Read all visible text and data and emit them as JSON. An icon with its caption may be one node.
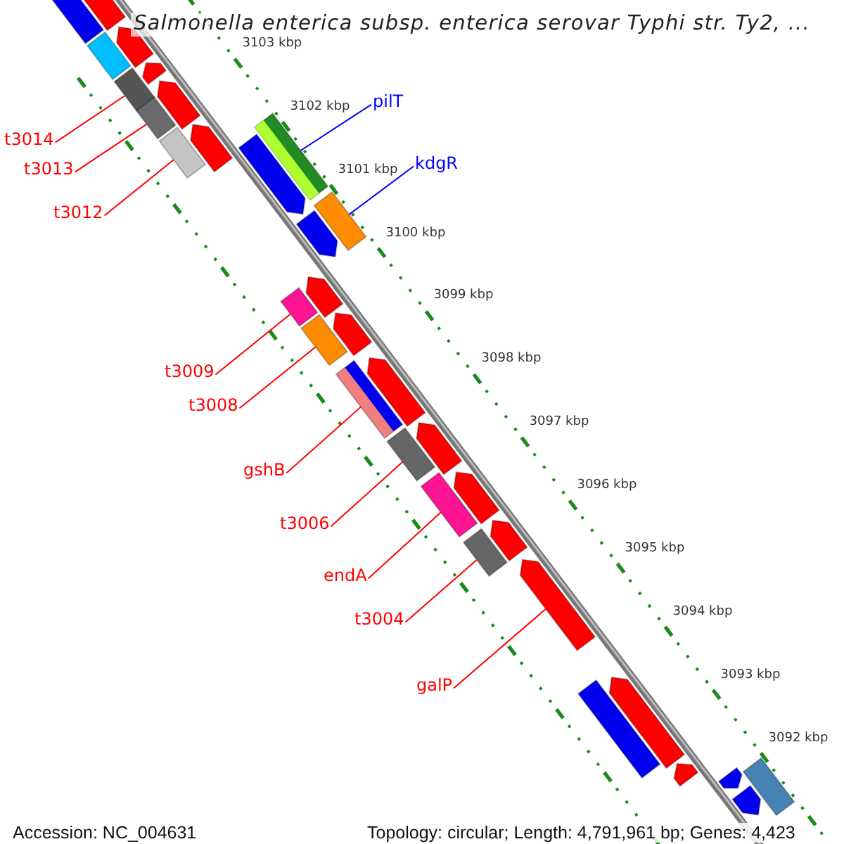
{
  "diagram": {
    "title": "Salmonella enterica subsp. enterica serovar Typhi str. Ty2, ...",
    "nodes": [
      {
        "text": [
          "pilT"
        ]
      },
      {
        "text": [
          "t3014"
        ]
      },
      {
        "text": [
          "kdgR"
        ]
      },
      {
        "text": [
          "t3013"
        ]
      },
      {
        "text": [
          "t3012"
        ]
      },
      {
        "text": [
          "t3009"
        ]
      },
      {
        "text": [
          "t3008"
        ]
      },
      {
        "text": [
          "gshB"
        ]
      },
      {
        "text": [
          "t3006"
        ]
      },
      {
        "text": [
          "endA"
        ]
      },
      {
        "text": [
          "t3004"
        ]
      },
      {
        "text": [
          "galP"
        ]
      },
      {
        "text": [],
        "shape": "box"
      },
      {
        "text": [],
        "shape": "box"
      },
      {
        "text": [],
        "shape": "box"
      },
      {
        "text": [],
        "shape": "box"
      },
      {
        "text": [],
        "shape": "box"
      },
      {
        "text": [],
        "shape": "box"
      },
      {
        "text": [],
        "shape": "box"
      },
      {
        "text": [],
        "shape": "box"
      },
      {
        "text": [],
        "shape": "box"
      },
      {
        "text": [],
        "shape": "box"
      },
      {
        "text": [],
        "shape": "box"
      },
      {
        "text": [],
        "shape": "arrow"
      },
      {
        "text": [],
        "shape": "arrow"
      },
      {
        "text": [],
        "shape": "arrow"
      },
      {
        "text": [],
        "shape": "arrow"
      },
      {
        "text": [],
        "shape": "arrow"
      },
      {
        "text": [],
        "shape": "arrow"
      },
      {
        "text": [],
        "shape": "arrow"
      },
      {
        "text": [],
        "shape": "arrow"
      },
      {
        "text": [],
        "shape": "arrow"
      },
      {
        "text": [],
        "shape": "arrow"
      },
      {
        "text": [],
        "shape": "arrow"
      },
      {
        "text": [],
        "shape": "arrow"
      },
      {
        "text": [],
        "shape": "arrow"
      },
      {
        "text": [],
        "shape": "arrow"
      },
      {
        "text": [],
        "shape": "box"
      },
      {
        "text": [],
        "shape": "box"
      },
      {
        "text": [],
        "shape": "box"
      },
      {
        "text": [],
        "shape": "arrow"
      },
      {
        "text": [],
        "shape": "arrow"
      },
      {
        "text": [],
        "shape": "arrow"
      },
      {
        "text": [],
        "shape": "arrow"
      },
      {
        "text": [],
        "shape": "box"
      }
    ],
    "edges": [
      {
        "from": 0,
        "to": 12,
        "arrow": "none",
        "color": "#0000ff"
      },
      {
        "from": 1,
        "to": 13,
        "arrow": "none"
      },
      {
        "from": 2,
        "to": 14,
        "arrow": "none",
        "color": "#0000ff"
      },
      {
        "from": 3,
        "to": 15,
        "arrow": "none"
      },
      {
        "from": 4,
        "to": 16,
        "arrow": "none"
      },
      {
        "from": 5,
        "to": 17,
        "arrow": "none"
      },
      {
        "from": 6,
        "to": 18,
        "arrow": "none"
      },
      {
        "from": 7,
        "to": 19,
        "arrow": "none"
      },
      {
        "from": 8,
        "to": 20,
        "arrow": "none"
      },
      {
        "from": 9,
        "to": 21,
        "arrow": "none"
      },
      {
        "from": 10,
        "to": 22,
        "arrow": "none"
      },
      {
        "from": 11,
        "to": 23,
        "arrow": "none"
      }
    ],
    "labels": [
      "3103 kbp",
      "3102 kbp",
      "3101 kbp",
      "3100 kbp",
      "3099 kbp",
      "3098 kbp",
      "3097 kbp",
      "3096 kbp",
      "3095 kbp",
      "3094 kbp",
      "3093 kbp",
      "3092 kbp",
      "Accession: NC_004631",
      "Topology: circular; Length: 4,791,961 bp; Genes: 4,423"
    ]
  }
}
